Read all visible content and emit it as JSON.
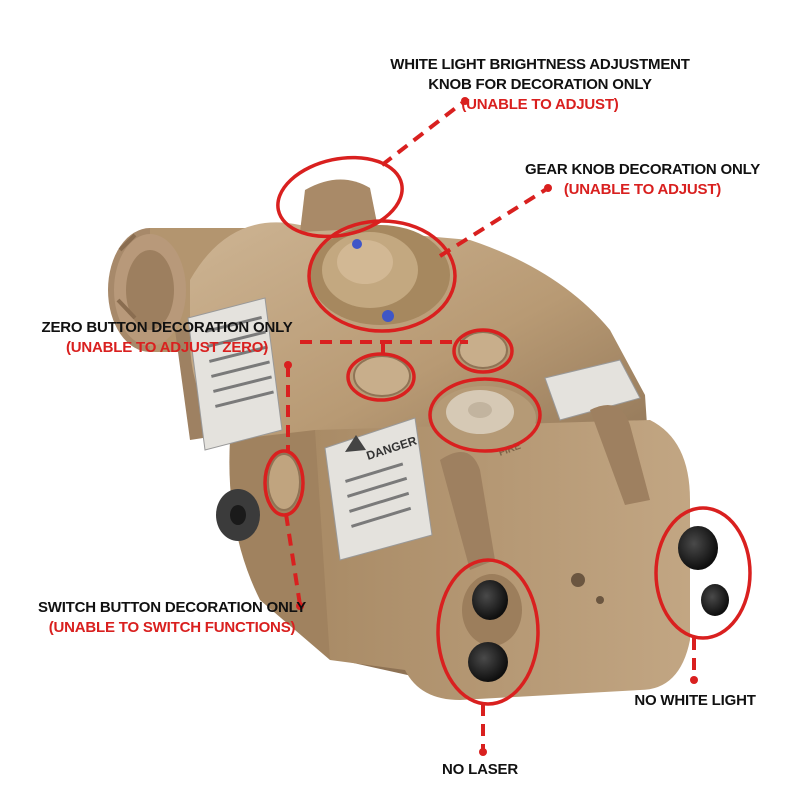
{
  "colors": {
    "background": "#ffffff",
    "annotation_red": "#d9201f",
    "label_black": "#111111",
    "device_tan": "#b89a74",
    "device_shadow": "#8f7456",
    "device_highlight": "#cdb493",
    "warning_label": "#e4e2dd"
  },
  "callouts": {
    "white_light_knob": {
      "title_line1": "WHITE LIGHT BRIGHTNESS ADJUSTMENT",
      "title_line2": "KNOB FOR DECORATION ONLY",
      "note": "(UNABLE TO ADJUST)"
    },
    "gear_knob": {
      "title": "GEAR KNOB DECORATION ONLY",
      "note": "(UNABLE TO ADJUST)"
    },
    "zero_button": {
      "title": "ZERO BUTTON DECORATION ONLY",
      "note": "(UNABLE TO ADJUST ZERO)"
    },
    "switch_button": {
      "title": "SWITCH BUTTON DECORATION ONLY",
      "note": "(UNABLE TO SWITCH FUNCTIONS)"
    },
    "no_white_light": {
      "title": "NO WHITE LIGHT"
    },
    "no_laser": {
      "title": "NO LASER"
    }
  },
  "device_markings": {
    "danger_label": "DANGER",
    "fire_label": "FIRE"
  },
  "icons": [
    "laser-warning-icon",
    "annotation-circle",
    "dashed-leader-line"
  ]
}
